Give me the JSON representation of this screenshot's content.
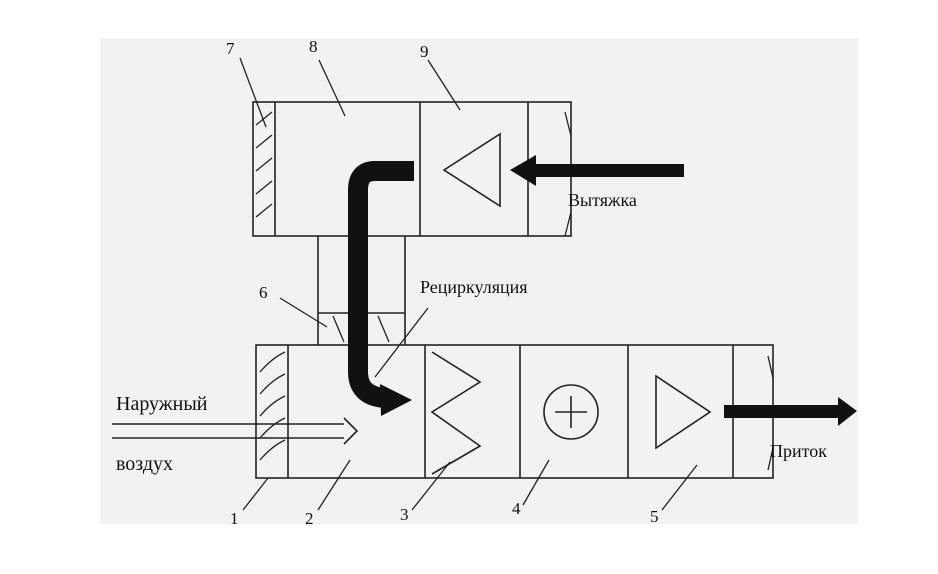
{
  "labels": {
    "exhaust": "Вытяжка",
    "recirculation": "Рециркуляция",
    "outdoor_air_line1": "Наружный",
    "outdoor_air_line2": "воздух",
    "supply": "Приток"
  },
  "numbers": [
    "1",
    "2",
    "3",
    "4",
    "5",
    "6",
    "7",
    "8",
    "9"
  ],
  "colors": {
    "background": "#ffffff",
    "panel": "#f2f2f2",
    "ink": "#111111"
  }
}
